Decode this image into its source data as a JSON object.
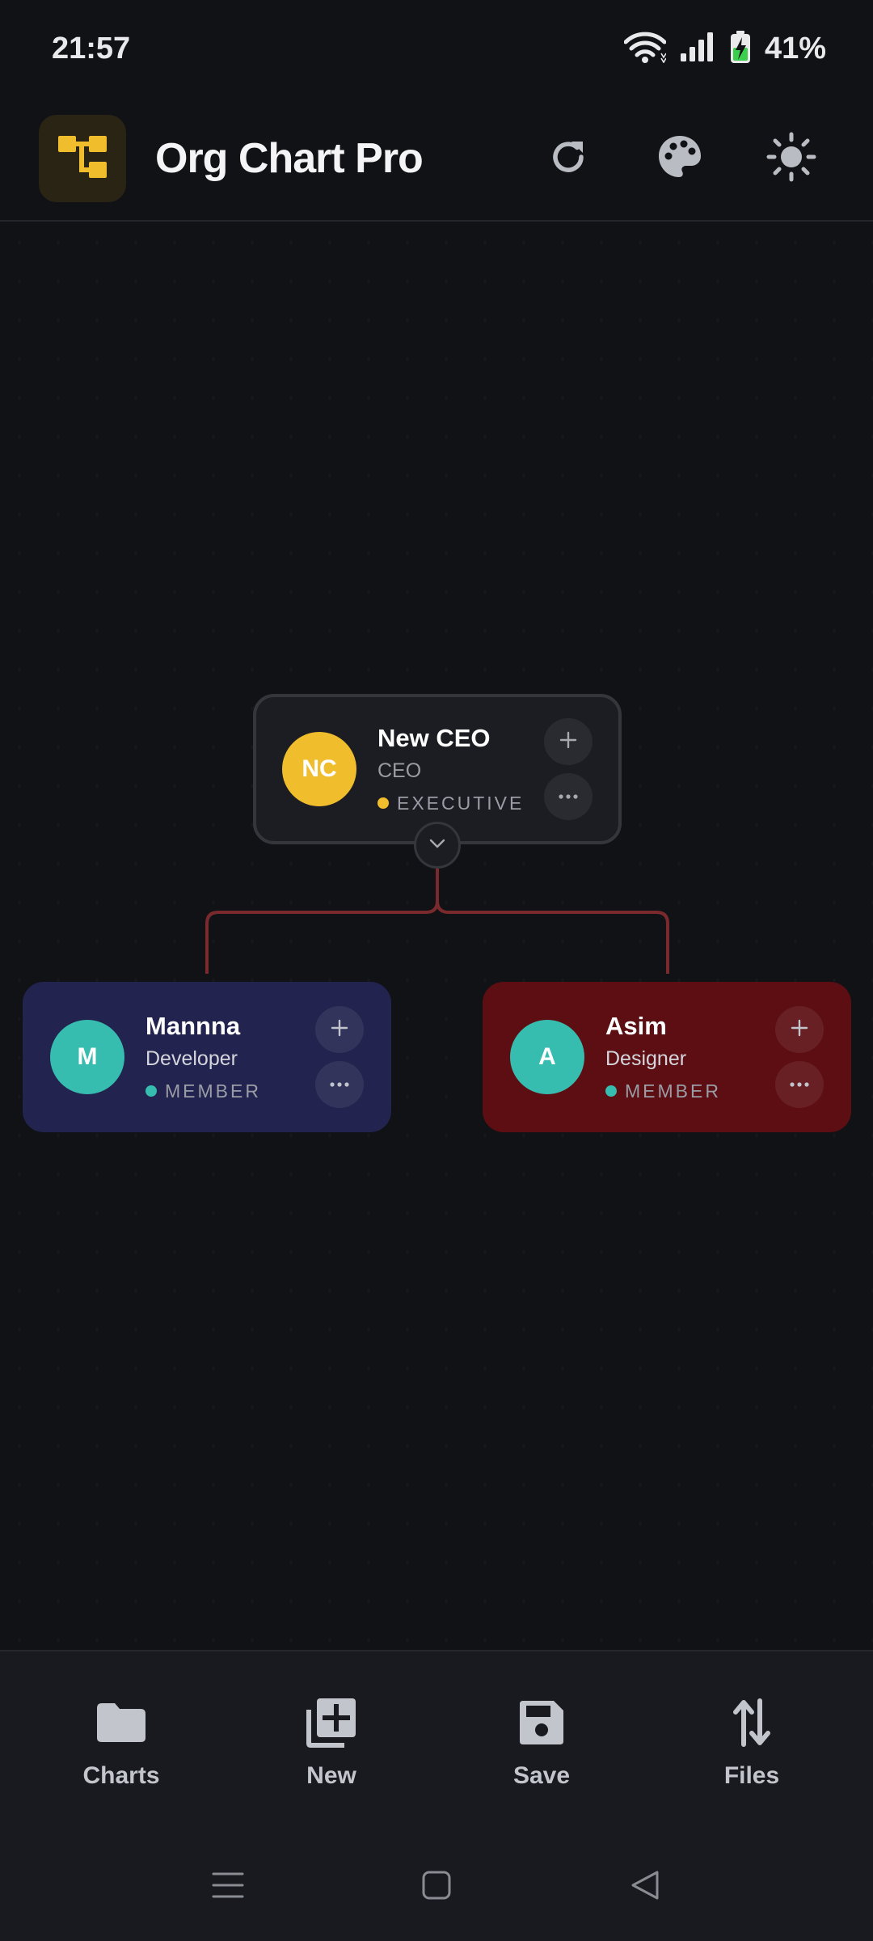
{
  "status_bar": {
    "time": "21:57",
    "battery": "41%"
  },
  "app_bar": {
    "title": "Org Chart Pro",
    "logo_icon": "org-chart-icon",
    "actions": [
      "refresh-icon",
      "palette-icon",
      "brightness-icon"
    ]
  },
  "org_chart": {
    "root": {
      "initials": "NC",
      "name": "New CEO",
      "role": "CEO",
      "tag": "EXECUTIVE",
      "avatar_color": "#f0bd2c",
      "card_color": "#1c1d22"
    },
    "children": [
      {
        "initials": "M",
        "name": "Mannna",
        "role": "Developer",
        "tag": "MEMBER",
        "avatar_color": "#36bdb0",
        "card_color": "#22234e"
      },
      {
        "initials": "A",
        "name": "Asim",
        "role": "Designer",
        "tag": "MEMBER",
        "avatar_color": "#36bdb0",
        "card_color": "#5c0e12"
      }
    ],
    "connector_color": "#7a2a2c"
  },
  "bottom_nav": {
    "items": [
      {
        "label": "Charts",
        "icon": "folder-icon"
      },
      {
        "label": "New",
        "icon": "add-library-icon"
      },
      {
        "label": "Save",
        "icon": "save-icon"
      },
      {
        "label": "Files",
        "icon": "swap-vertical-icon"
      }
    ]
  },
  "colors": {
    "background": "#111216",
    "accent": "#f0bd2c",
    "bottom_bar": "#181a20"
  }
}
